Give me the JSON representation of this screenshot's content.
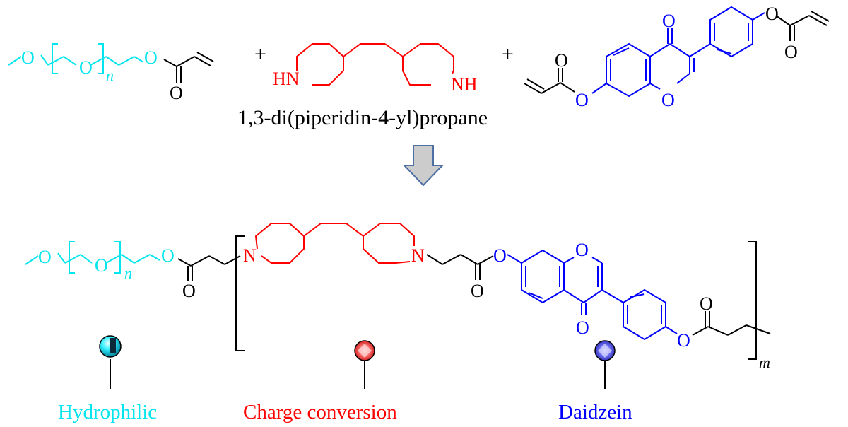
{
  "atoms": {
    "o": "O",
    "hn": "HN",
    "nh": "NH",
    "n": "N"
  },
  "subscripts": {
    "n": "n",
    "m": "m"
  },
  "plus_sign": "+",
  "amine_name": "1,3-di(piperidin-4-yl)propane",
  "legend": {
    "hydrophilic": "Hydrophilic",
    "charge_conversion": "Charge conversion",
    "daidzein": "Daidzein"
  },
  "colors": {
    "peg": "#00e5ee",
    "piperidine": "#ff0000",
    "daidzein": "#0000ff",
    "black": "#000000",
    "arrow_fill": "#cccccc",
    "arrow_stroke": "#4d6fa3"
  },
  "icons": [
    "cyan-pin-icon",
    "red-pin-icon",
    "blue-pin-icon",
    "down-arrow-icon"
  ]
}
